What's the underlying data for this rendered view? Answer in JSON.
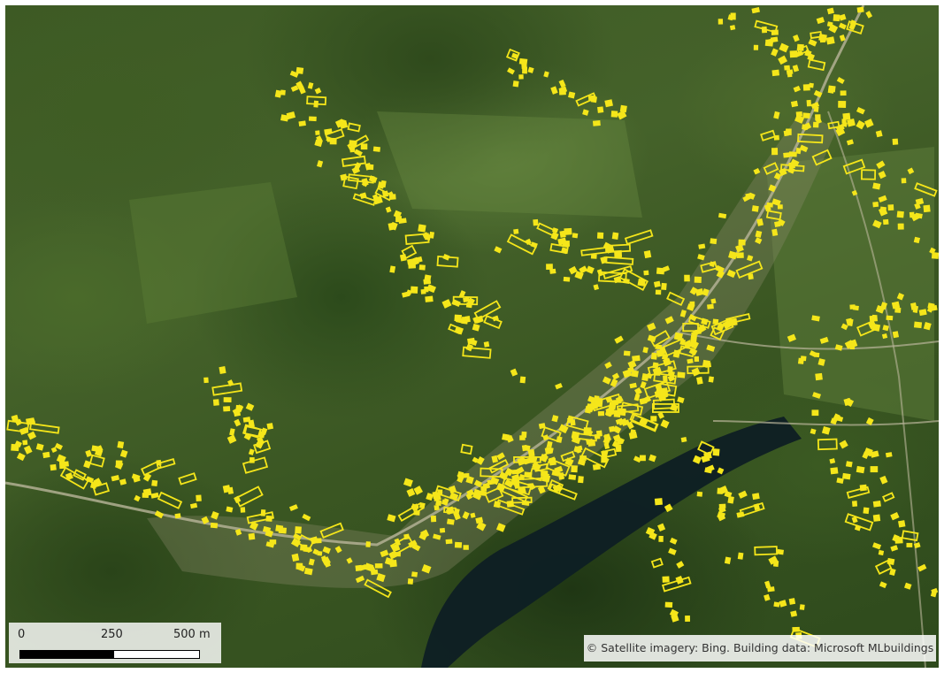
{
  "map": {
    "background_description": "satellite imagery of a town in a river valley",
    "building_outline_color": "#f5e61a",
    "forest_color": "#2f4a1c",
    "river_color": "#0e1f24"
  },
  "scalebar": {
    "ticks": [
      "0",
      "250",
      "500 m"
    ]
  },
  "attribution": {
    "text": "© Satellite imagery: Bing. Building data: Microsoft MLbuildings"
  },
  "icons": {
    "building": "yellow-outline-square"
  }
}
